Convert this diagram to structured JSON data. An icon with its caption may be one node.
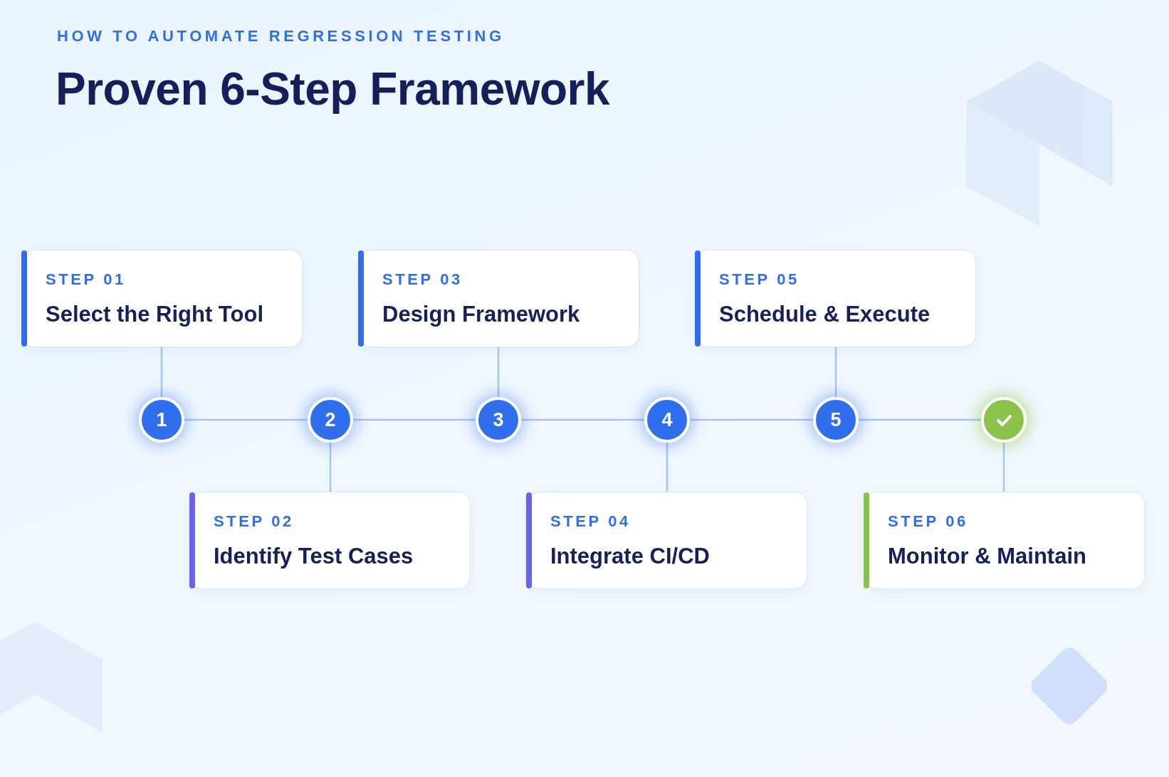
{
  "diagram": {
    "title": "Proven 6-Step Framework",
    "labels": [
      "HOW TO AUTOMATE REGRESSION TESTING"
    ],
    "nodes": [
      {
        "text": [
          "STEP 01",
          "Select the Right Tool"
        ]
      },
      {
        "text": [
          "STEP 02",
          "Identify Test Cases"
        ]
      },
      {
        "text": [
          "STEP 03",
          "Design Framework"
        ]
      },
      {
        "text": [
          "STEP 04",
          "Integrate CI/CD"
        ]
      },
      {
        "text": [
          "STEP 05",
          "Schedule & Execute"
        ]
      },
      {
        "text": [
          "STEP 06",
          "Monitor & Maintain"
        ]
      },
      {
        "text": [
          "1"
        ]
      },
      {
        "text": [
          "2"
        ]
      },
      {
        "text": [
          "3"
        ]
      },
      {
        "text": [
          "4"
        ]
      },
      {
        "text": [
          "5"
        ]
      },
      {
        "text": [],
        "shape": "circle"
      }
    ],
    "edges": [
      {
        "from": 6,
        "to": 7,
        "arrow": "none"
      },
      {
        "from": 7,
        "to": 8,
        "arrow": "none"
      },
      {
        "from": 8,
        "to": 9,
        "arrow": "none"
      },
      {
        "from": 9,
        "to": 10,
        "arrow": "none"
      },
      {
        "from": 10,
        "to": 11,
        "arrow": "none"
      },
      {
        "from": 0,
        "to": 6,
        "arrow": "none"
      },
      {
        "from": 1,
        "to": 7,
        "arrow": "none"
      },
      {
        "from": 2,
        "to": 8,
        "arrow": "none"
      },
      {
        "from": 3,
        "to": 9,
        "arrow": "none"
      },
      {
        "from": 4,
        "to": 10,
        "arrow": "none"
      },
      {
        "from": 5,
        "to": 11,
        "arrow": "none"
      }
    ]
  }
}
